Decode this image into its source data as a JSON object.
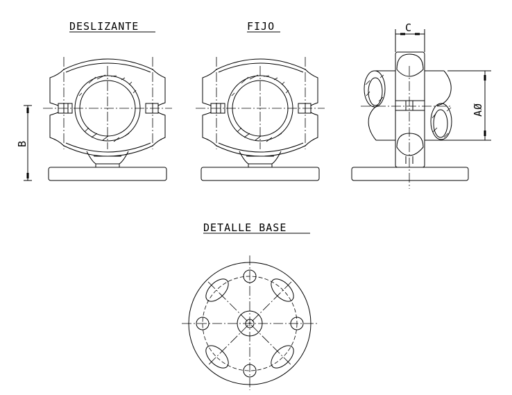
{
  "titles": {
    "sliding": "DESLIZANTE",
    "fixed": "FIJO",
    "base_detail": "DETALLE BASE"
  },
  "dimensions": {
    "height": "B",
    "width": "C",
    "diameter": "AØ"
  },
  "colors": {
    "line": "#000000",
    "background": "#ffffff"
  }
}
